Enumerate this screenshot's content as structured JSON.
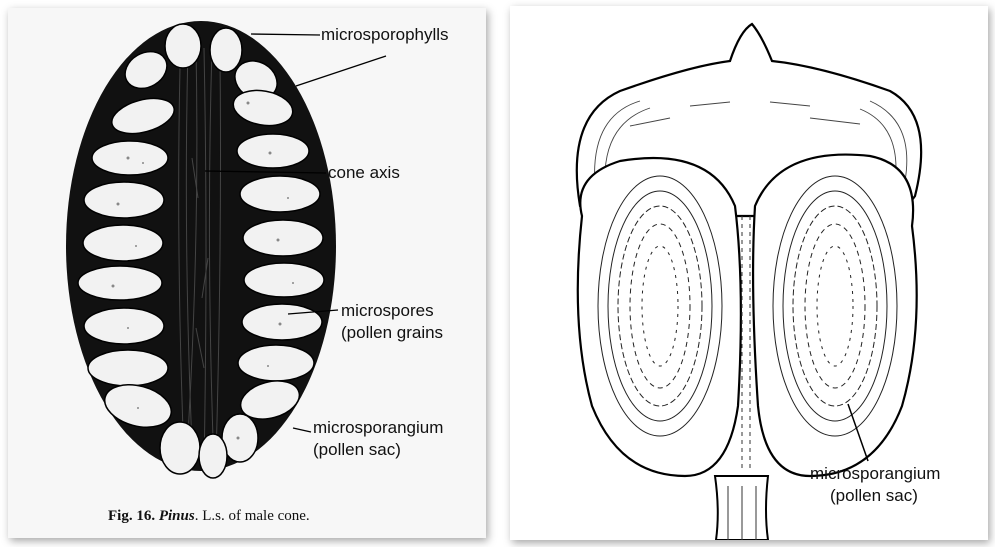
{
  "left_figure": {
    "labels": {
      "microsporophylls": "microsporophylls",
      "cone_axis": "cone axis",
      "microspores_1": "microspores",
      "microspores_2": "(pollen grains",
      "microsporangium_1": "microsporangium",
      "microsporangium_2": "(pollen sac)"
    },
    "caption": {
      "fig": "Fig. 16.",
      "genus": "Pinus",
      "rest": ". L.s. of male cone."
    }
  },
  "right_figure": {
    "labels": {
      "microsporangium_1": "microsporangium",
      "microsporangium_2": "(pollen sac)"
    }
  }
}
